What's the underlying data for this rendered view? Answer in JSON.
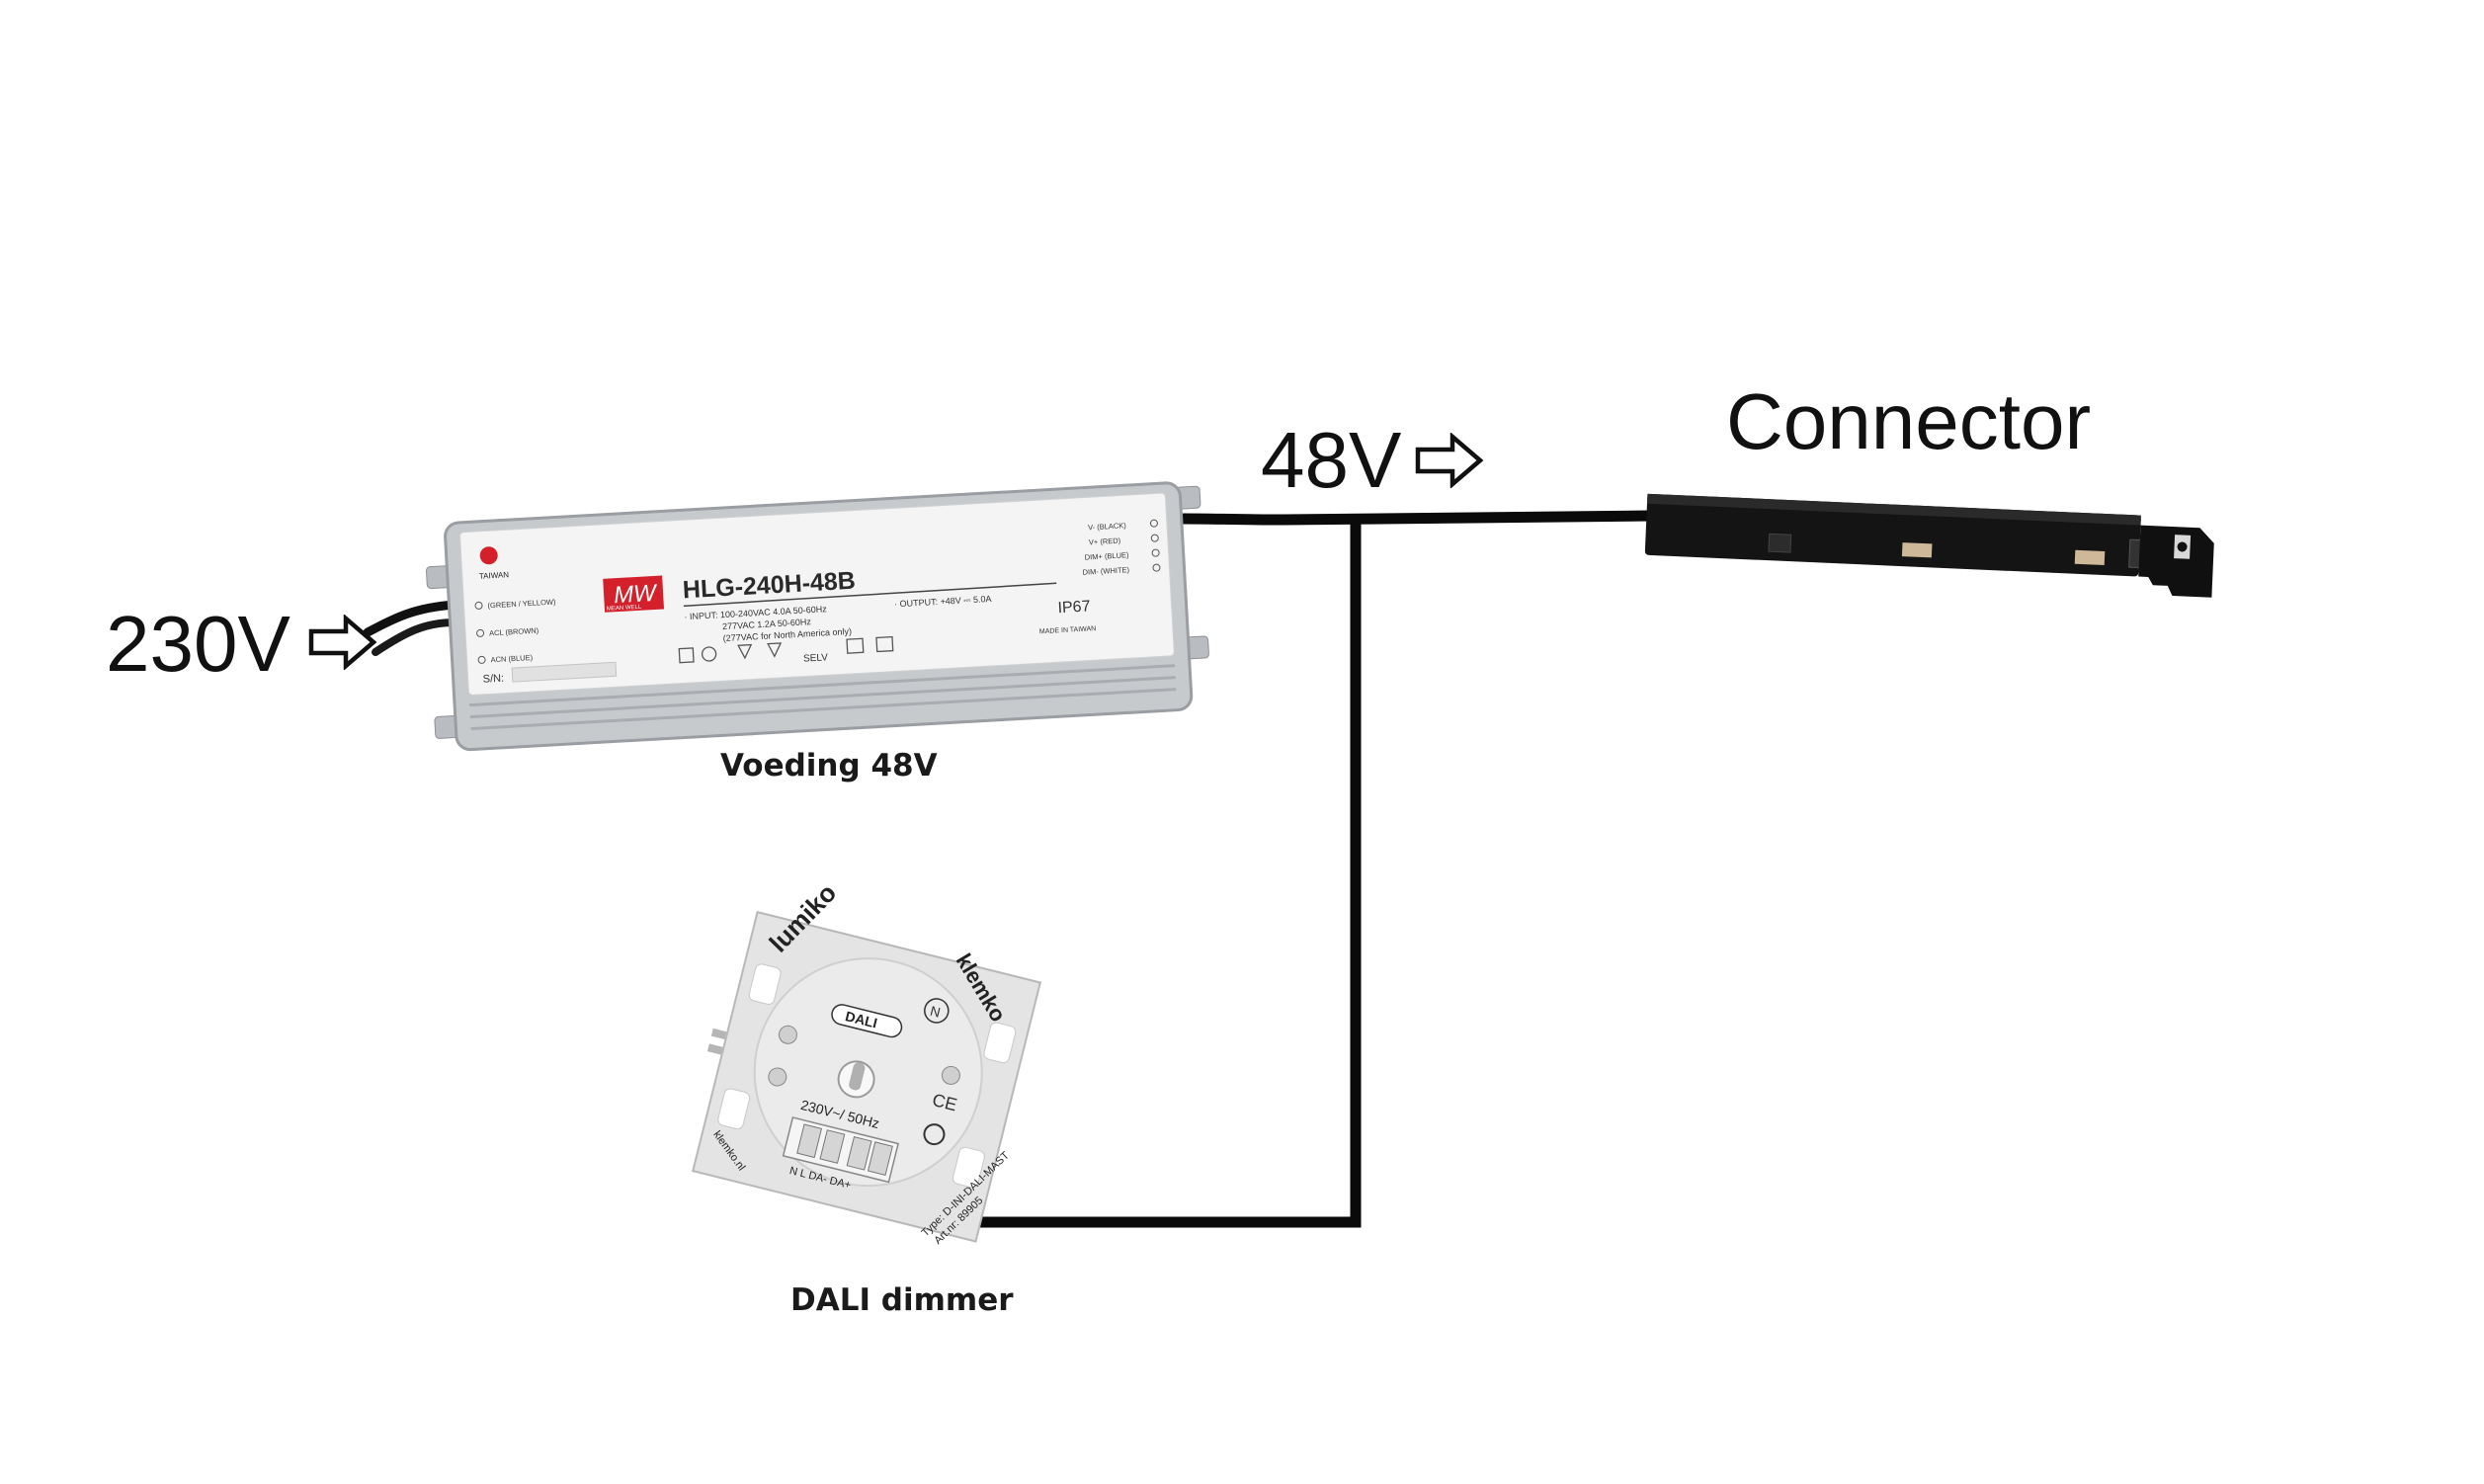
{
  "labels": {
    "input_voltage": "230V",
    "output_voltage": "48V",
    "connector": "Connector",
    "psu_caption": "Voeding 48V",
    "dimmer_caption": "DALI dimmer"
  },
  "psu": {
    "model": "HLG-240H-48B",
    "brand_top": "MW",
    "brand_bottom": "MEAN WELL",
    "origin": "TAIWAN",
    "input_spec": "· INPUT: 100-240VAC  4.0A  50-60Hz",
    "input_spec_2": "277VAC    1.2A  50-60Hz",
    "input_spec_3": "(277VAC for North America only)",
    "output_spec": "· OUTPUT: +48V ⎓ 5.0A",
    "ip_rating": "IP67",
    "wire_green": "(GREEN / YELLOW)",
    "wire_brown": "ACL (BROWN)",
    "wire_blue": "ACN (BLUE)",
    "out_black": "V- (BLACK)",
    "out_red": "V+ (RED)",
    "out_dim_blue": "DIM+ (BLUE)",
    "out_dim_white": "DIM- (WHITE)",
    "serial_label": "S/N:",
    "selv": "SELV",
    "made_in": "MADE IN TAIWAN"
  },
  "dimmer": {
    "brand_left": "lumiko",
    "brand_right": "klemko",
    "protocol": "DALI",
    "rating": "230V~/ 50Hz",
    "terminals": "N  L    DA- DA+",
    "website": "klemko.nl",
    "type": "Type: D-INI-DALI-MAST",
    "article": "Art.nr: 89905",
    "ce": "CE"
  },
  "colors": {
    "wire": "#0a0a0a",
    "psu_body": "#c9cccf",
    "psu_label": "#f4f4f4",
    "brand_red": "#d4202a",
    "connector": "#141414",
    "dimmer_body": "#e6e6e6"
  }
}
